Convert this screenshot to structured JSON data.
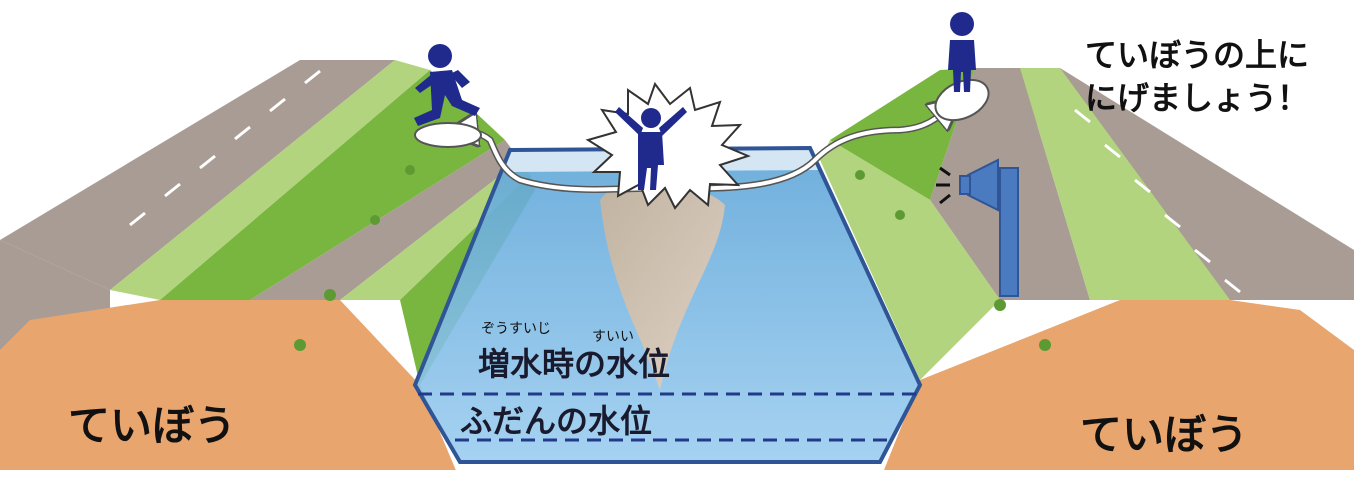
{
  "title": {
    "line1": "ていぼうの上に",
    "line2": "にげましょう！"
  },
  "embankment_left_label": "ていぼう",
  "embankment_right_label": "ていぼう",
  "flood_water_level": {
    "label": "増水時の水位",
    "ruby_zousuiji": "ぞうすいじ",
    "ruby_suii": "すいい"
  },
  "normal_water_level": {
    "label": "ふだんの水位"
  },
  "colors": {
    "soil": "#e8a56e",
    "grass_dark": "#79b63f",
    "grass_light": "#b3d47e",
    "road": "#a89c94",
    "water": "#7fb6dd",
    "water_edge": "#2f5596",
    "figure": "#1f2a8c",
    "dashed_line": "#223a8a"
  },
  "icons": [
    "running-person-icon",
    "surprised-person-icon",
    "standing-person-icon",
    "loudspeaker-icon"
  ]
}
